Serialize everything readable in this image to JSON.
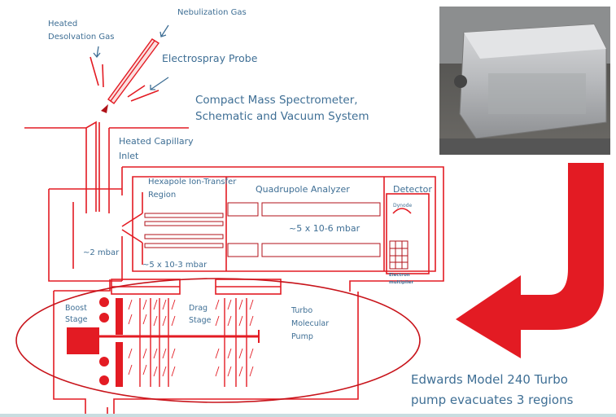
{
  "labels": {
    "nebulization_gas": "Nebulization Gas",
    "heated": "Heated",
    "desolvation_gas": "Desolvation Gas",
    "electrospray_probe": "Electrospray Probe",
    "title_line1": "Compact Mass Spectrometer,",
    "title_line2": "Schematic and Vacuum System",
    "capillary_line1": "Heated Capillary",
    "capillary_line2": "Inlet",
    "hexapole_line1": "Hexapole Ion-Transfer",
    "hexapole_line2": "Region",
    "quadrupole": "Quadrupole Analyzer",
    "detector": "Detector",
    "dynode": "Dynode",
    "pressure_quad": "~5 x 10-6 mbar",
    "pressure_inlet": "~2 mbar",
    "pressure_hexapole": "~5 x 10-3 mbar",
    "electron_line1": "Electron",
    "electron_line2": "multiplier",
    "boost_line1": "Boost",
    "boost_line2": "Stage",
    "drag_line1": "Drag",
    "drag_line2": "Stage",
    "turbo_line1": "Turbo",
    "turbo_line2": "Molecular",
    "turbo_line3": "Pump",
    "caption_line1": "Edwards Model 240 Turbo",
    "caption_line2": "pump evacuates 3 regions"
  },
  "colors": {
    "schematic": "#e31b23",
    "text": "#3f6f95"
  }
}
